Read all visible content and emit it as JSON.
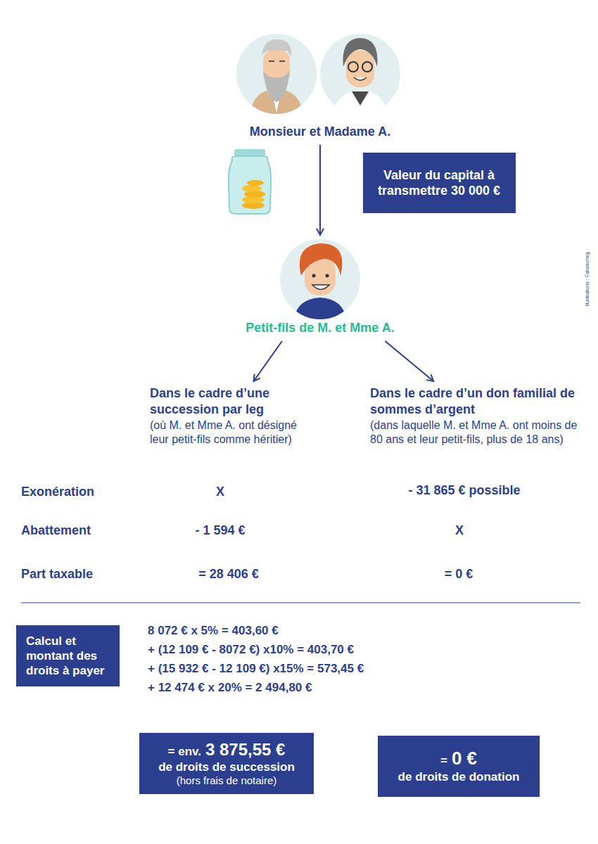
{
  "diagram": {
    "nodes": [
      {
        "text": [
          "Monsieur et Madame A."
        ]
      },
      {
        "text": [
          "Valeur du capital à transmettre 30 000 €"
        ]
      },
      {
        "text": [
          "Petit-fils de M. et Mme A."
        ]
      },
      {
        "text": [
          "Dans le cadre d’une succession par leg",
          "(où M. et Mme A. ont désigné leur petit-fils comme héritier)"
        ]
      },
      {
        "text": [
          "Dans le cadre d’un don familial de sommes d’argent",
          "(dans laquelle M. et Mme A. ont moins de 80 ans et leur petit-fils, plus de 18 ans)"
        ]
      },
      {
        "text": [
          "Calcul et montant des droits à payer"
        ]
      },
      {
        "text": [
          "= env.",
          "3 875,55 €",
          "de droits de succession",
          "(hors frais de notaire)"
        ]
      },
      {
        "text": [
          "=",
          "0 €",
          "de droits de donation"
        ]
      }
    ],
    "edges": [
      {
        "from": 0,
        "to": 2,
        "arrow": "to"
      },
      {
        "from": 2,
        "to": 3,
        "arrow": "to"
      },
      {
        "from": 2,
        "to": 4,
        "arrow": "to"
      }
    ],
    "labels": [
      "Exonération",
      "X",
      "- 31 865 € possible",
      "Abattement",
      "- 1 594 €",
      "X",
      "Part taxable",
      "= 28 406 €",
      "= 0 €",
      "8 072 € x 5% = 403,60 €",
      "+ (12 109 € - 8072 €) x10% = 403,70 €",
      "+ (15 932 € - 12 109 €) x15% = 573,45 €",
      "+ 12 474 € x 20% = 2 494,80 €",
      "Illustrations : ©drumcheg"
    ]
  }
}
